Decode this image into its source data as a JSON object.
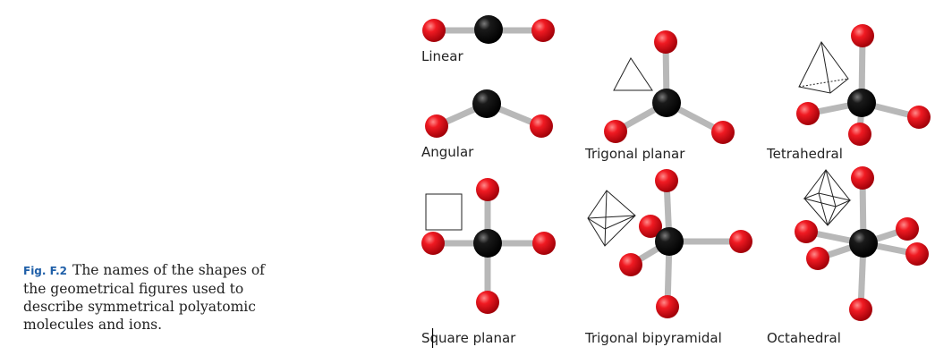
{
  "caption": {
    "figure_label": "Fig. F.2",
    "text": "The names of the shapes of the geometrical figures used to describe symmetrical polyatomic molecules and ions."
  },
  "shapes": [
    {
      "id": "linear",
      "label": "Linear"
    },
    {
      "id": "angular",
      "label": "Angular"
    },
    {
      "id": "trigonal-planar",
      "label": "Trigonal planar"
    },
    {
      "id": "tetrahedral",
      "label": "Tetrahedral"
    },
    {
      "id": "square-planar",
      "label": "Square planar"
    },
    {
      "id": "trigonal-bipyramidal",
      "label": "Trigonal bipyramidal"
    },
    {
      "id": "octahedral",
      "label": "Octahedral"
    }
  ],
  "colors": {
    "central_atom": "#111111",
    "outer_atom": "#e0121a",
    "bond": "#b8b8b8"
  }
}
